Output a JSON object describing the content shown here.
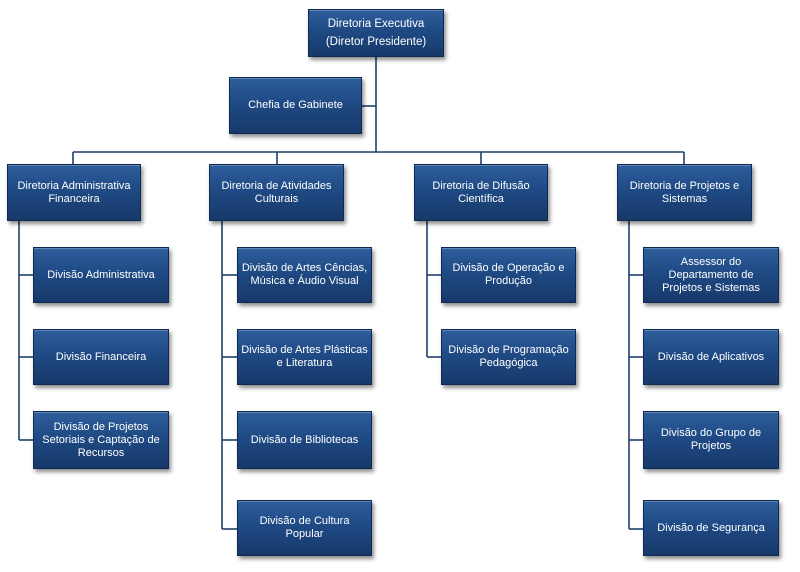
{
  "root": {
    "line1": "Diretoria Executiva",
    "line2": "(Diretor Presidente)"
  },
  "staff": "Chefia de Gabinete",
  "directorates": [
    {
      "label": "Diretoria Administrativa Financeira",
      "divisions": [
        "Divisão Administrativa",
        "Divisão Financeira",
        "Divisão de Projetos Setoriais e Captação de Recursos"
      ]
    },
    {
      "label": "Diretoria de Atividades Culturais",
      "divisions": [
        "Divisão de Artes Cências, Música e Áudio Visual",
        "Divisão de Artes Plásticas e Literatura",
        "Divisão de Bibliotecas",
        "Divisão de Cultura Popular"
      ]
    },
    {
      "label": "Diretoria de Difusão Científica",
      "divisions": [
        "Divisão de Operação e Produção",
        "Divisão de Programação Pedagógica"
      ]
    },
    {
      "label": "Diretoria de Projetos e Sistemas",
      "divisions": [
        "Assessor do Departamento de Projetos e Sistemas",
        "Divisão de Aplicativos",
        "Divisão do Grupo de Projetos",
        "Divisão de Segurança"
      ]
    }
  ],
  "colors": {
    "box": "#1f4a84",
    "border": "#0e2a52",
    "connector": "#1e3f6b",
    "text": "#ffffff"
  }
}
